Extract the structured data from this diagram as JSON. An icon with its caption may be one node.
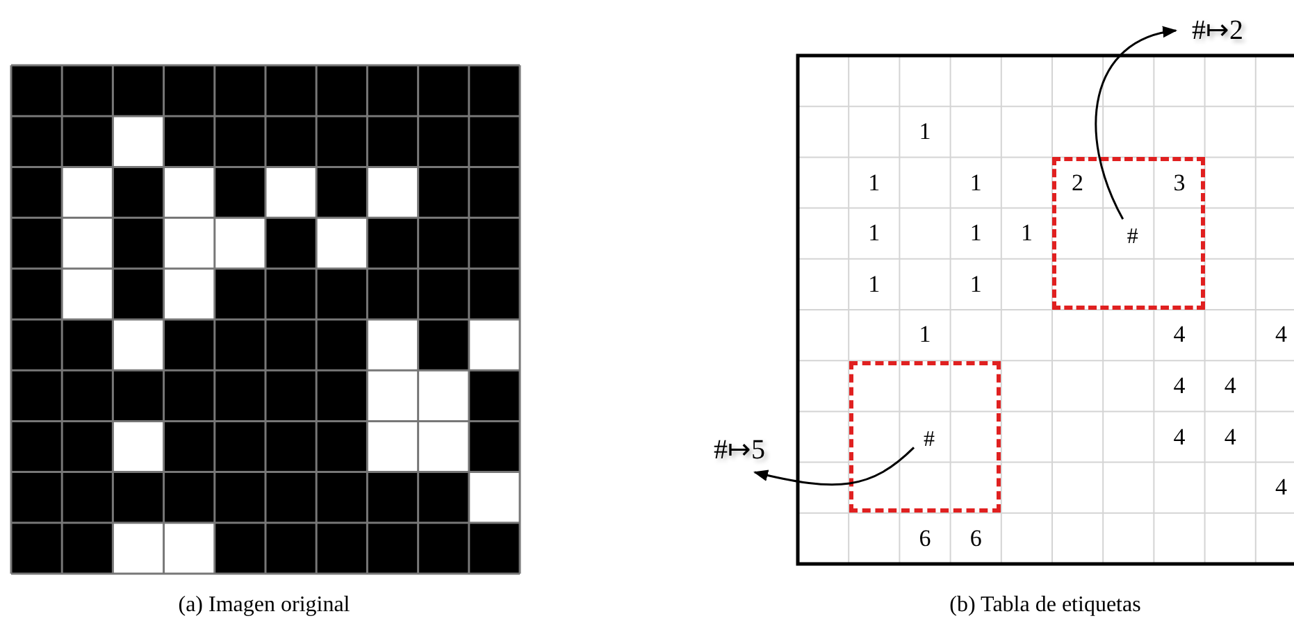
{
  "diagram": {
    "nodes": [
      {
        "text": [],
        "shape": "box"
      },
      {
        "text": [
          "#"
        ],
        "in": 0
      },
      {
        "text": [
          "#↦2"
        ]
      },
      {
        "text": [],
        "shape": "box"
      },
      {
        "text": [
          "#"
        ],
        "in": 3
      },
      {
        "text": [
          "#↦5"
        ]
      }
    ],
    "edges": [
      {
        "from": 1,
        "to": 2,
        "arrow": "to"
      },
      {
        "from": 4,
        "to": 5,
        "arrow": "to"
      }
    ],
    "labels": [
      "1",
      "1",
      "1",
      "2",
      "3",
      "1",
      "1",
      "1",
      "1",
      "1",
      "1",
      "4",
      "4",
      "4",
      "4",
      "4",
      "4",
      "4",
      "6",
      "6",
      "(a) Imagen original",
      "(b) Tabla de etiquetas"
    ]
  }
}
